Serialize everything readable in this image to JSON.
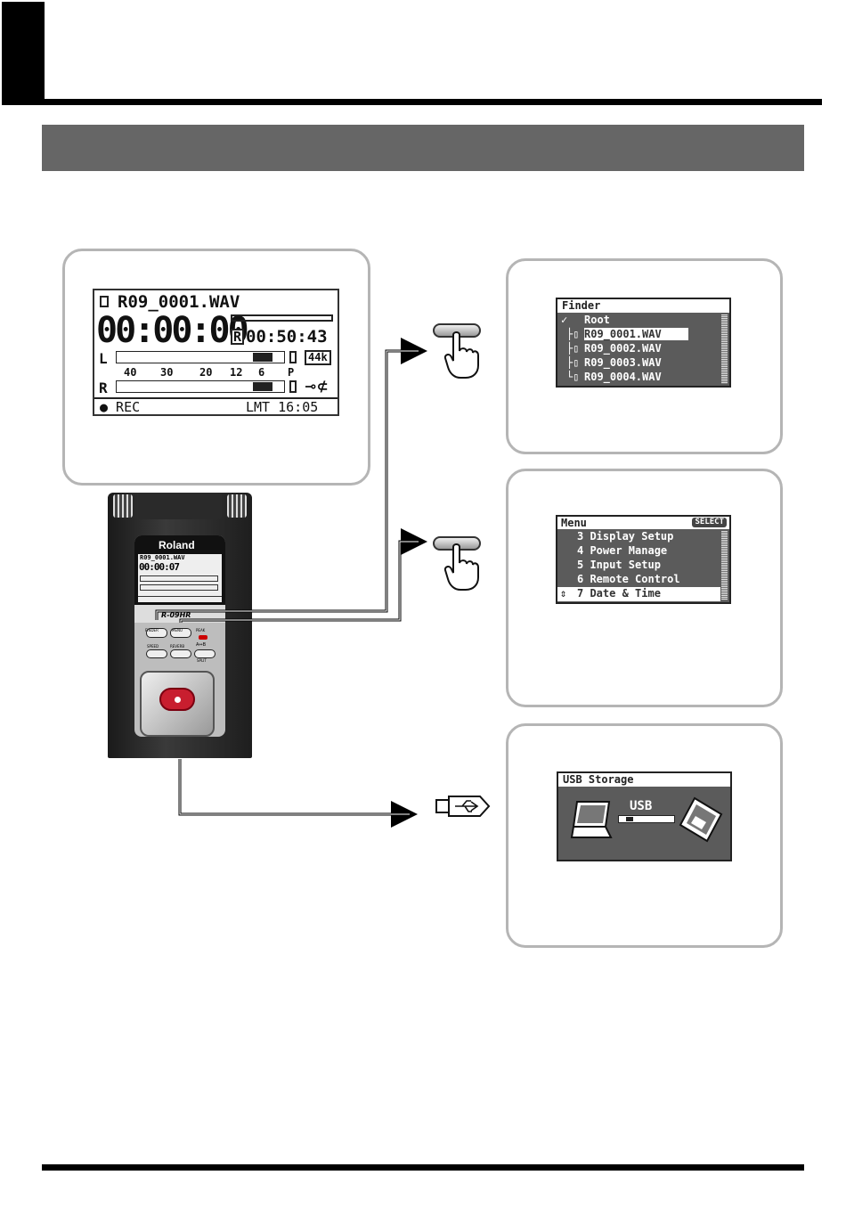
{
  "main_screen": {
    "filename": "R09_0001.WAV",
    "time": "00:00:00",
    "remaining": "00:50:43",
    "remain_mark": "R",
    "ch_left": "L",
    "ch_right": "R",
    "scale": [
      "40",
      "30",
      "20",
      "12",
      "6",
      "P"
    ],
    "rate": "44k",
    "status": "● REC",
    "limit": "LMT 16:05"
  },
  "device": {
    "brand": "Roland",
    "model": "R-09HR",
    "screen_file": "R09_0001.WAV",
    "screen_time": "00:00:07",
    "buttons": {
      "finder": "FINDER",
      "menu": "MENU",
      "peak": "PEAK",
      "speed": "SPEED",
      "reverb": "REVERB",
      "ab": "A↔B",
      "split": "SPLIT"
    }
  },
  "finder_screen": {
    "title": "Finder",
    "root": "Root",
    "files": [
      "R09_0001.WAV",
      "R09_0002.WAV",
      "R09_0003.WAV",
      "R09_0004.WAV"
    ]
  },
  "menu_screen": {
    "title": "Menu",
    "select": "SELECT",
    "items": [
      "3 Display Setup",
      "4 Power Manage",
      "5 Input Setup",
      "6 Remote Control",
      "7 Date & Time"
    ]
  },
  "usb_screen": {
    "title": "USB Storage",
    "label": "USB"
  }
}
